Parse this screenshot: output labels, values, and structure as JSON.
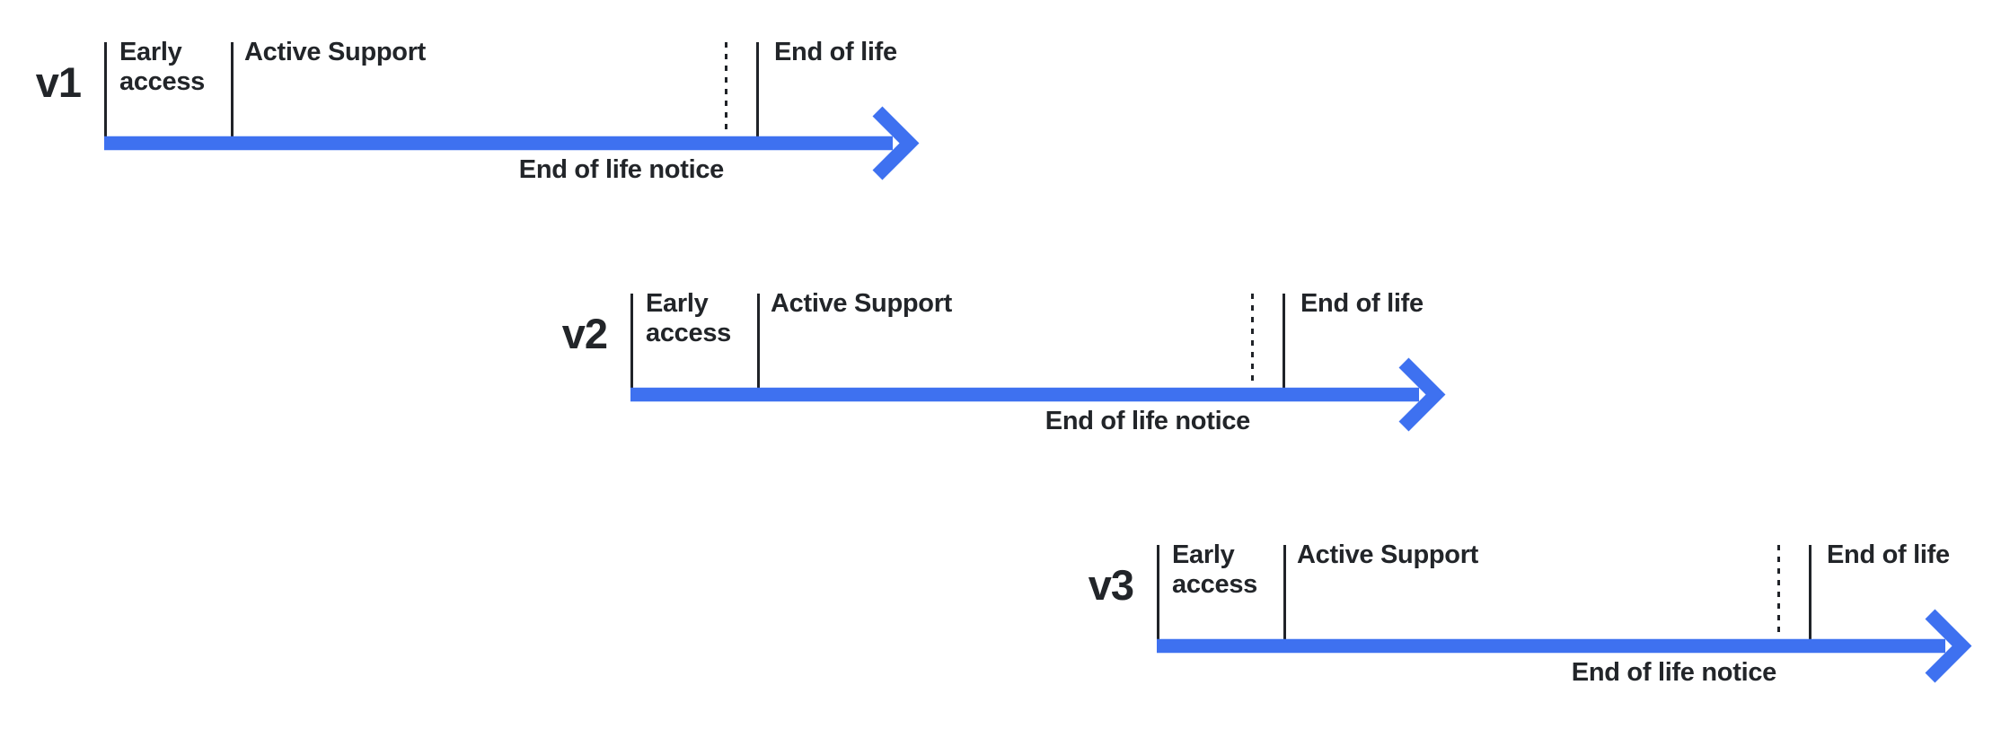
{
  "diagram": {
    "type": "version-lifecycle-timelines",
    "colors": {
      "arrow_blue": "#3E71F0",
      "line_dark": "#202328",
      "text_dark": "#222529",
      "background": "#FFFFFF"
    },
    "versions": [
      {
        "label": "v1",
        "early_access": "Early access",
        "active_support": "Active Support",
        "end_of_life": "End of life",
        "eol_notice": "End of life notice"
      },
      {
        "label": "v2",
        "early_access": "Early access",
        "active_support": "Active Support",
        "end_of_life": "End of life",
        "eol_notice": "End of life notice"
      },
      {
        "label": "v3",
        "early_access": "Early access",
        "active_support": "Active Support",
        "end_of_life": "End of life",
        "eol_notice": "End of life notice"
      }
    ]
  }
}
